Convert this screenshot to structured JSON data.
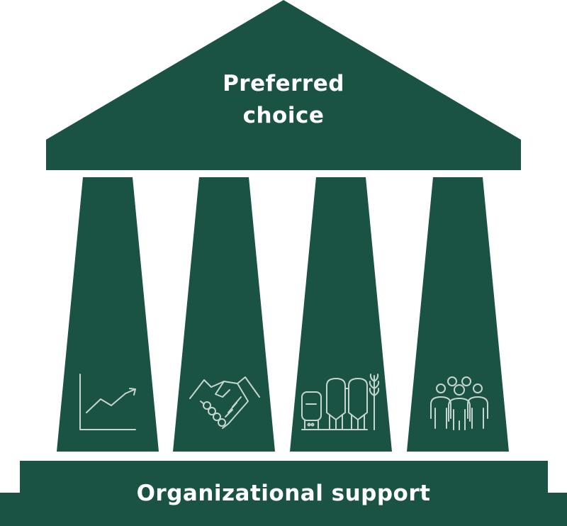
{
  "colors": {
    "primary": "#1a5243",
    "text": "#ffffff",
    "icon_stroke": "#c5d6cf"
  },
  "roof": {
    "title_line1": "Preferred",
    "title_line2": "choice"
  },
  "base": {
    "label": "Organizational support"
  },
  "pillars": [
    {
      "icon": "growth-chart-icon"
    },
    {
      "icon": "handshake-icon"
    },
    {
      "icon": "brewery-tanks-icon"
    },
    {
      "icon": "people-group-icon"
    }
  ]
}
